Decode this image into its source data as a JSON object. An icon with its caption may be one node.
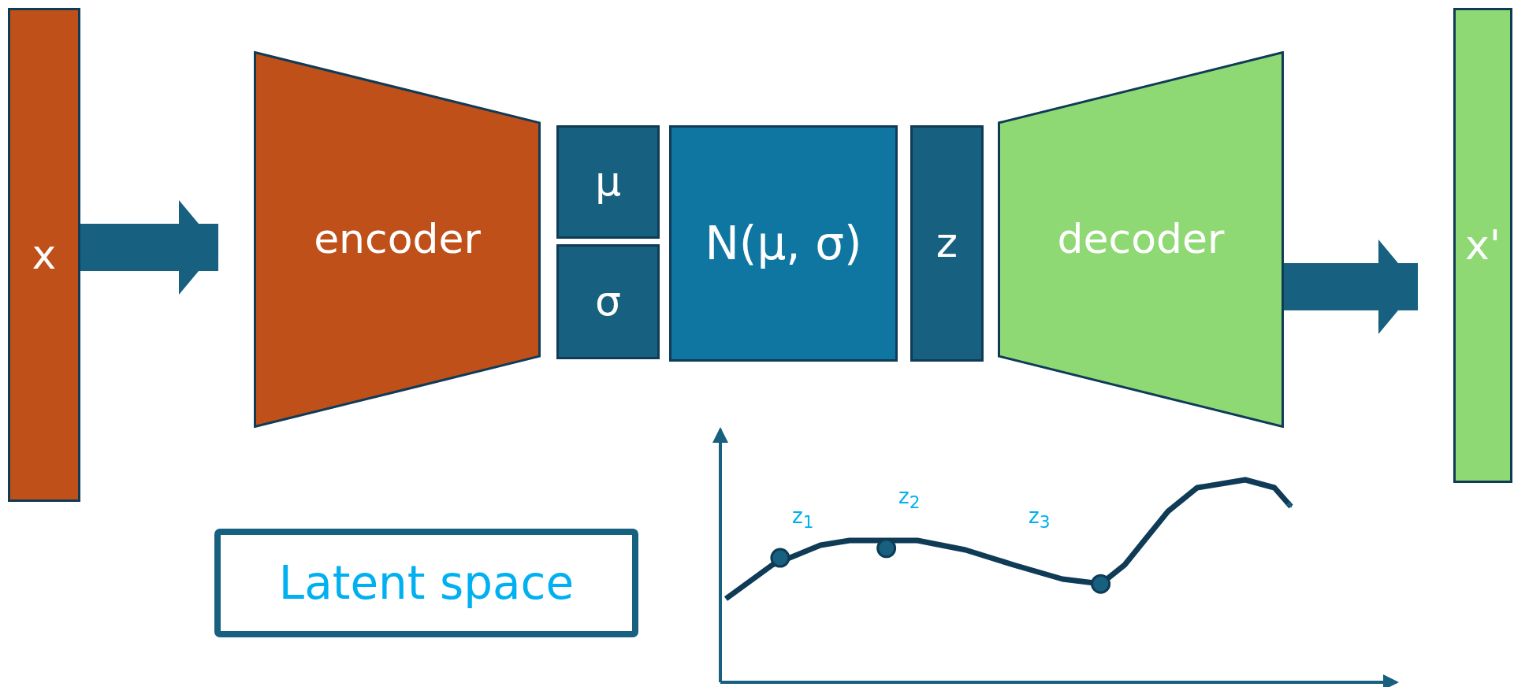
{
  "diagram": {
    "nodes": [
      {
        "text": [
          "x"
        ]
      },
      {
        "text": [
          "encoder"
        ]
      },
      {
        "text": [
          "μ"
        ]
      },
      {
        "text": [
          "σ"
        ]
      },
      {
        "text": [
          "N(μ, σ)"
        ]
      },
      {
        "text": [
          "z"
        ]
      },
      {
        "text": [
          "decoder"
        ]
      },
      {
        "text": [
          "x'"
        ]
      },
      {
        "text": [
          "Latent space"
        ]
      }
    ],
    "edges": [
      {
        "from": 0,
        "to": 1,
        "arrow": "to"
      },
      {
        "from": 6,
        "to": 7,
        "arrow": "to"
      }
    ],
    "labels": [
      "z$_{1}$",
      "z$_{2}$",
      "z$_{3}$"
    ]
  }
}
